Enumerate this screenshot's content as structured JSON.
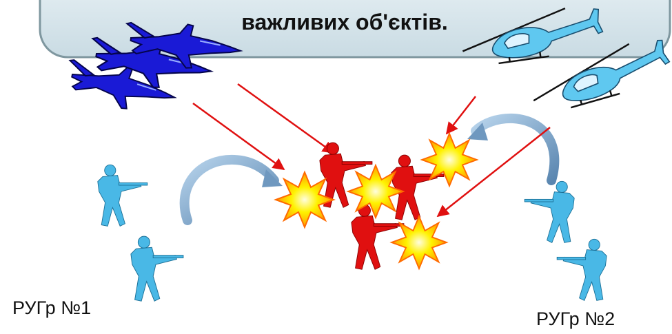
{
  "callout": {
    "text": "важливих об'єктів."
  },
  "groups": [
    {
      "label": "РУГр №1"
    },
    {
      "label": "РУГр №2"
    }
  ],
  "colors": {
    "callout_fill": "#d7e6ec",
    "callout_stroke": "#8fa4ad",
    "jet": "#1a1ad6",
    "helicopter": "#5fc8f0",
    "friendly_soldier": "#49b8e6",
    "enemy_soldier": "#e01010",
    "attack_arrow": "#e01010",
    "maneuver_arrow": "#7aa0c4",
    "explosion_outer": "#f2a500",
    "explosion_inner": "#fff200"
  },
  "icons": [
    "jet-icon",
    "helicopter-icon",
    "soldier-icon",
    "explosion-icon",
    "curved-arrow-icon"
  ]
}
